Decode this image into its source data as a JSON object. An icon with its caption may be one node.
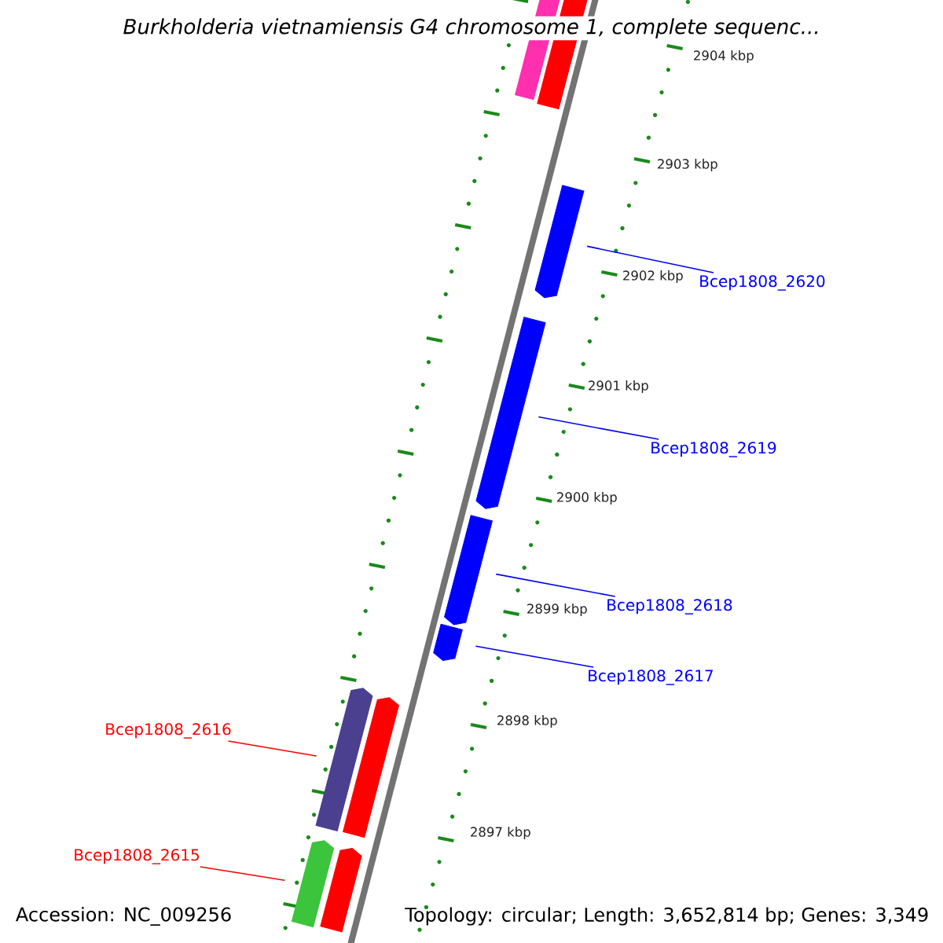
{
  "diagram": {
    "title": "Burkholderia vietnamiensis G4 chromosome 1, complete sequenc...",
    "nodes": [
      {
        "text": [
          "Bcep1808_2620"
        ]
      },
      {
        "text": [
          "Bcep1808_2619"
        ]
      },
      {
        "text": [
          "Bcep1808_2618"
        ]
      },
      {
        "text": [
          "Bcep1808_2617"
        ]
      },
      {
        "text": [
          "Bcep1808_2616"
        ]
      },
      {
        "text": [
          "Bcep1808_2615"
        ]
      },
      {
        "text": [],
        "shape": "bar"
      },
      {
        "text": [],
        "shape": "bar"
      },
      {
        "text": [],
        "shape": "bar"
      },
      {
        "text": [],
        "shape": "bar"
      },
      {
        "text": [],
        "shape": "bar"
      },
      {
        "text": [],
        "shape": "bar"
      },
      {
        "text": [],
        "shape": "bar"
      },
      {
        "text": [],
        "shape": "bar"
      },
      {
        "text": [],
        "shape": "bar"
      },
      {
        "text": [],
        "shape": "bar"
      }
    ],
    "edges": [
      {
        "from": 0,
        "to": 8,
        "arrow": "none"
      },
      {
        "from": 1,
        "to": 9,
        "arrow": "none"
      },
      {
        "from": 2,
        "to": 10,
        "arrow": "none"
      },
      {
        "from": 3,
        "to": 11,
        "arrow": "none"
      },
      {
        "from": 4,
        "to": 12,
        "arrow": "none",
        "color": "#ff0000"
      },
      {
        "from": 5,
        "to": 14,
        "arrow": "none",
        "color": "#ff0000"
      }
    ],
    "labels": [
      "2904 kbp",
      "2903 kbp",
      "2902 kbp",
      "2901 kbp",
      "2900 kbp",
      "2899 kbp",
      "2898 kbp",
      "2897 kbp",
      "Accession: NC_009256",
      "Topology: circular; Length: 3,652,814 bp; Genes: 3,349"
    ]
  }
}
